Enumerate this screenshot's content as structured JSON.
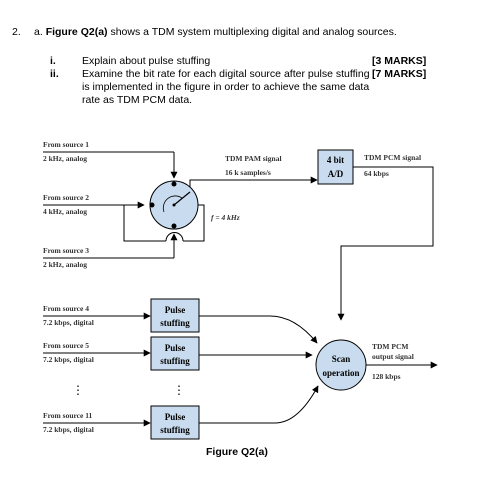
{
  "question": {
    "number": "2.",
    "part_label": "a.",
    "figure_ref": "Figure Q2(a)",
    "intro": "shows a TDM system multiplexing digital and analog sources.",
    "subquestions": [
      {
        "num": "i.",
        "text": "Explain about pulse stuffing",
        "marks": "[3 MARKS]"
      },
      {
        "num": "ii.",
        "text": "Examine the bit rate for each digital source after pulse stuffing is implemented in the figure in order to achieve the same data rate as TDM PCM data.",
        "marks": "[7 MARKS]"
      }
    ]
  },
  "diagram": {
    "analog_sources": [
      {
        "name": "From source 1",
        "rate": "2 kHz, analog"
      },
      {
        "name": "From source 2",
        "rate": "4 kHz, analog"
      },
      {
        "name": "From source 3",
        "rate": "2 kHz, analog"
      }
    ],
    "digital_sources": [
      {
        "name": "From source 4",
        "rate": "7.2 kbps, digital"
      },
      {
        "name": "From source 5",
        "rate": "7.2 kbps, digital"
      },
      {
        "name": "From source 11",
        "rate": "7.2 kbps, digital"
      }
    ],
    "switch_rate": "f = 4 kHz",
    "pam_label": "TDM PAM signal",
    "pam_rate": "16 k samples/s",
    "ad_line1": "4 bit",
    "ad_line2": "A/D",
    "pcm_label": "TDM PCM signal",
    "pcm_rate": "64 kbps",
    "stuffing_line1": "Pulse",
    "stuffing_line2": "stuffing",
    "scan_line1": "Scan",
    "scan_line2": "operation",
    "output_line1": "TDM PCM",
    "output_line2": "output signal",
    "output_rate": "128 kbps",
    "ellipsis": "⋮"
  },
  "caption": "Figure Q2(a)"
}
